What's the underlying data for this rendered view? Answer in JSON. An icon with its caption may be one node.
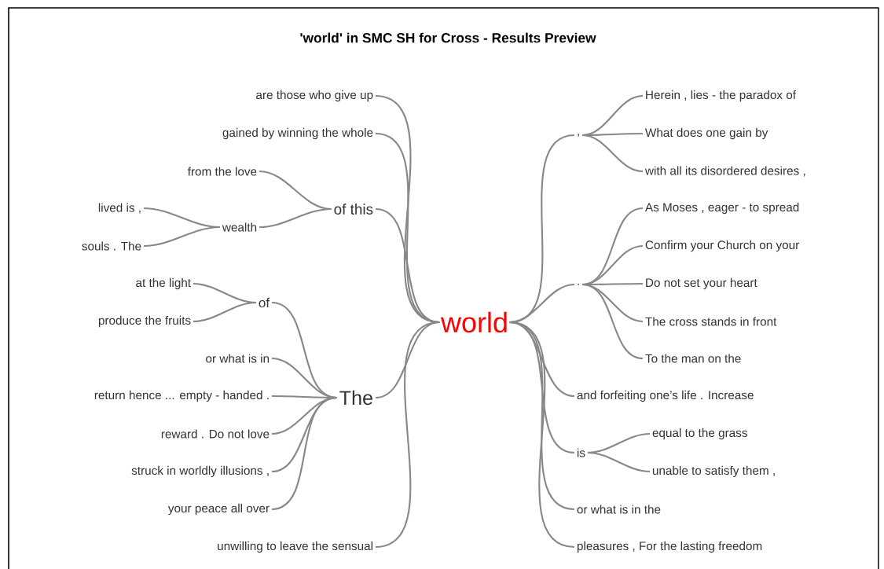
{
  "diagram": {
    "title": "'world' in SMC SH for Cross - Results Preview",
    "nodes": [
      {
        "text": [
          "world"
        ]
      },
      {
        "text": [
          "are those who give up"
        ]
      },
      {
        "text": [
          "gained by winning the whole"
        ]
      },
      {
        "text": [
          "from the love"
        ]
      },
      {
        "text": [
          "lived is ,"
        ]
      },
      {
        "text": [
          "wealth"
        ]
      },
      {
        "text": [
          "souls . The"
        ]
      },
      {
        "text": [
          "of this"
        ]
      },
      {
        "text": [
          "at the light"
        ]
      },
      {
        "text": [
          "of"
        ]
      },
      {
        "text": [
          "produce the fruits"
        ]
      },
      {
        "text": [
          "or what is in"
        ]
      },
      {
        "text": [
          "return hence ... empty - handed ."
        ]
      },
      {
        "text": [
          "The"
        ]
      },
      {
        "text": [
          "reward . Do not love"
        ]
      },
      {
        "text": [
          "struck in worldly illusions ,"
        ]
      },
      {
        "text": [
          "your peace all over"
        ]
      },
      {
        "text": [
          "unwilling to leave the sensual"
        ]
      },
      {
        "text": [
          ","
        ]
      },
      {
        "text": [
          "Herein , lies - the paradox of"
        ]
      },
      {
        "text": [
          "What does one gain by"
        ]
      },
      {
        "text": [
          "with all its disordered desires ,"
        ]
      },
      {
        "text": [
          "."
        ]
      },
      {
        "text": [
          "As Moses , eager - to spread"
        ]
      },
      {
        "text": [
          "Confirm your Church on your"
        ]
      },
      {
        "text": [
          "Do not set your heart"
        ]
      },
      {
        "text": [
          "The cross stands in front"
        ]
      },
      {
        "text": [
          "To the man on the"
        ]
      },
      {
        "text": [
          "and forfeiting one’s life . Increase"
        ]
      },
      {
        "text": [
          "is"
        ]
      },
      {
        "text": [
          "equal to the grass"
        ]
      },
      {
        "text": [
          "unable to satisfy them ,"
        ]
      },
      {
        "text": [
          "or what is in the"
        ]
      },
      {
        "text": [
          "pleasures , For the lasting freedom"
        ]
      }
    ],
    "edges": [
      {
        "from": 0,
        "to": 1,
        "arrow": "none"
      },
      {
        "from": 0,
        "to": 2,
        "arrow": "none"
      },
      {
        "from": 0,
        "to": 7,
        "arrow": "none"
      },
      {
        "from": 7,
        "to": 3,
        "arrow": "none"
      },
      {
        "from": 7,
        "to": 5,
        "arrow": "none"
      },
      {
        "from": 5,
        "to": 4,
        "arrow": "none"
      },
      {
        "from": 5,
        "to": 6,
        "arrow": "none"
      },
      {
        "from": 0,
        "to": 13,
        "arrow": "none"
      },
      {
        "from": 13,
        "to": 9,
        "arrow": "none"
      },
      {
        "from": 9,
        "to": 8,
        "arrow": "none"
      },
      {
        "from": 9,
        "to": 10,
        "arrow": "none"
      },
      {
        "from": 13,
        "to": 11,
        "arrow": "none"
      },
      {
        "from": 13,
        "to": 12,
        "arrow": "none"
      },
      {
        "from": 13,
        "to": 14,
        "arrow": "none"
      },
      {
        "from": 13,
        "to": 15,
        "arrow": "none"
      },
      {
        "from": 13,
        "to": 16,
        "arrow": "none"
      },
      {
        "from": 0,
        "to": 17,
        "arrow": "none"
      },
      {
        "from": 0,
        "to": 18,
        "arrow": "none"
      },
      {
        "from": 18,
        "to": 19,
        "arrow": "none"
      },
      {
        "from": 18,
        "to": 20,
        "arrow": "none"
      },
      {
        "from": 18,
        "to": 21,
        "arrow": "none"
      },
      {
        "from": 0,
        "to": 22,
        "arrow": "none"
      },
      {
        "from": 22,
        "to": 23,
        "arrow": "none"
      },
      {
        "from": 22,
        "to": 24,
        "arrow": "none"
      },
      {
        "from": 22,
        "to": 25,
        "arrow": "none"
      },
      {
        "from": 22,
        "to": 26,
        "arrow": "none"
      },
      {
        "from": 22,
        "to": 27,
        "arrow": "none"
      },
      {
        "from": 0,
        "to": 28,
        "arrow": "none"
      },
      {
        "from": 0,
        "to": 29,
        "arrow": "none"
      },
      {
        "from": 29,
        "to": 30,
        "arrow": "none"
      },
      {
        "from": 29,
        "to": 31,
        "arrow": "none"
      },
      {
        "from": 0,
        "to": 32,
        "arrow": "none"
      },
      {
        "from": 0,
        "to": 33,
        "arrow": "none"
      }
    ]
  }
}
